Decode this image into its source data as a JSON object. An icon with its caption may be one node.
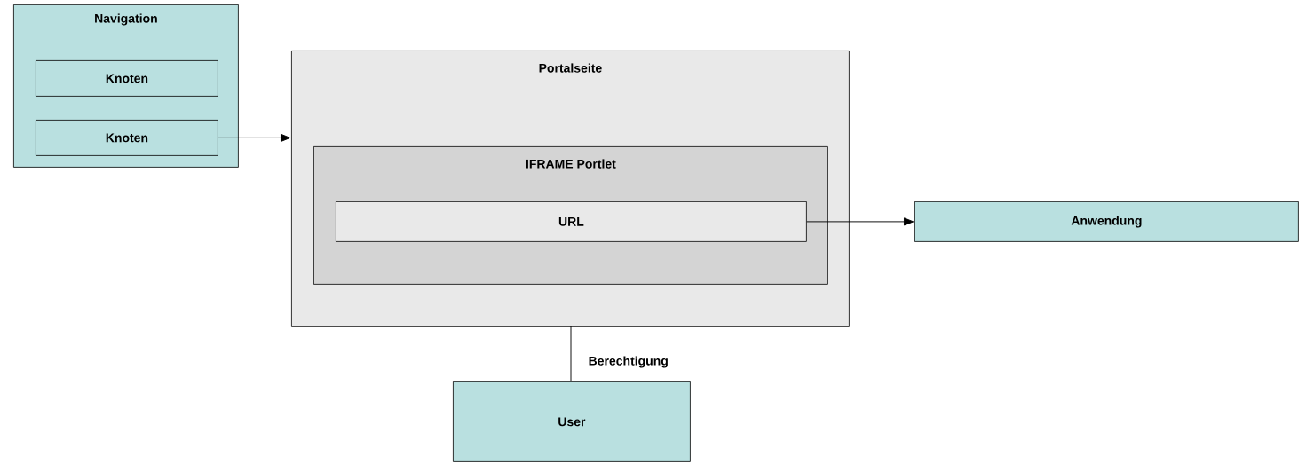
{
  "diagram": {
    "nodes": [
      {
        "text": [
          "Navigation"
        ]
      },
      {
        "text": [
          "Knoten"
        ],
        "in": 0
      },
      {
        "text": [
          "Knoten"
        ],
        "in": 0
      },
      {
        "text": [
          "Portalseite"
        ]
      },
      {
        "text": [
          "IFRAME Portlet"
        ],
        "in": 3
      },
      {
        "text": [
          "URL"
        ],
        "in": 4
      },
      {
        "text": [
          "Anwendung"
        ]
      },
      {
        "text": [
          "User"
        ]
      }
    ],
    "edges": [
      {
        "from": 2,
        "to": 3,
        "arrow": "to"
      },
      {
        "from": 5,
        "to": 6,
        "arrow": "to"
      },
      {
        "from": 3,
        "to": 7,
        "arrow": "none",
        "label": "Berechtigung"
      }
    ]
  }
}
